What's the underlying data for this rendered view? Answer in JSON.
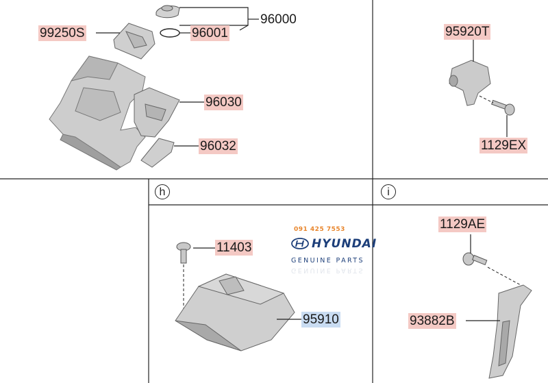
{
  "sections": {
    "h": {
      "letter": "h"
    },
    "i": {
      "letter": "i"
    }
  },
  "parts": {
    "p96000": "96000",
    "p99250S": "99250S",
    "p96001": "96001",
    "p96030": "96030",
    "p96032": "96032",
    "p95920T": "95920T",
    "p1129EX": "1129EX",
    "p11403": "11403",
    "p95910": "95910",
    "p1129AE": "1129AE",
    "p93882B": "93882B"
  },
  "watermark": {
    "phone": "091 425 7553",
    "brand": "HYUNDAI",
    "tagline": "GENUINE PARTS",
    "tagline_mirror": "GENUINE PARTS"
  },
  "colors": {
    "label_highlight": "#f4c9c4",
    "label_highlight_selected": "#c9dcf2",
    "part_fill": "#cfcfcf",
    "line": "#222222",
    "brand": "#1d3f7a",
    "phone": "#e8862d"
  },
  "icons": {
    "section_markers": "circled-letter",
    "brand_logo": "hyundai-logo-icon"
  }
}
